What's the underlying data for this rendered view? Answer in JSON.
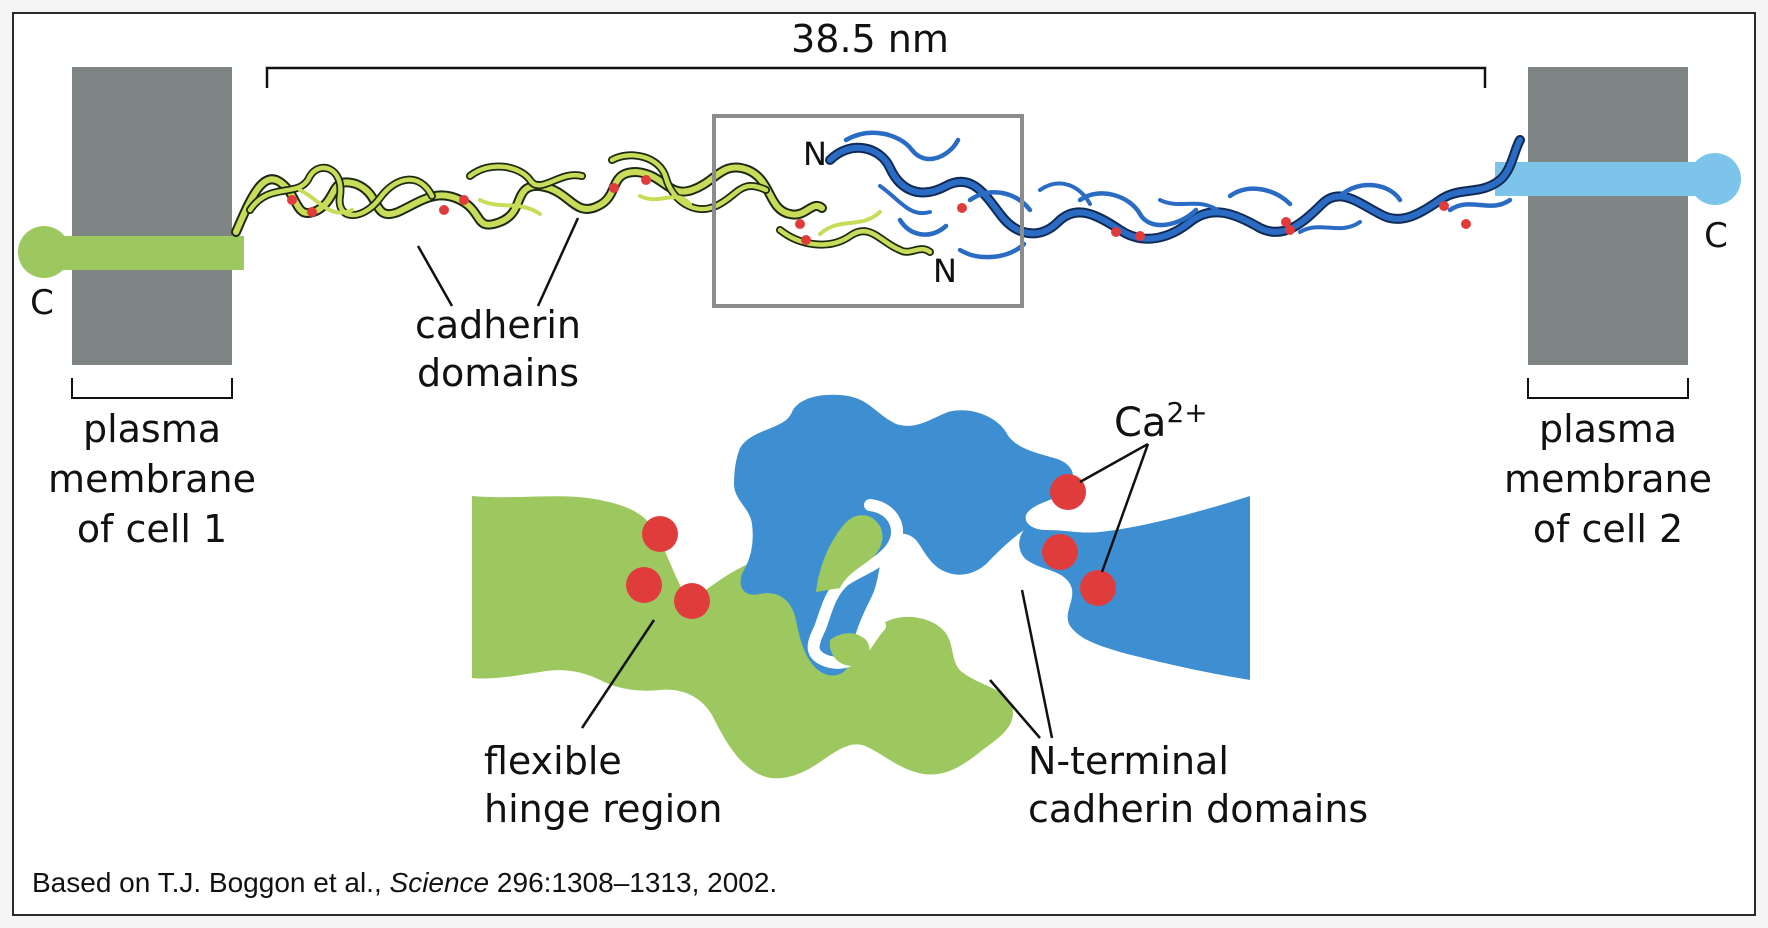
{
  "measurement": {
    "length": "38.5 nm"
  },
  "membranes": {
    "left": {
      "line1": "plasma",
      "line2": "membrane",
      "line3": "of cell 1"
    },
    "right": {
      "line1": "plasma",
      "line2": "membrane",
      "line3": "of cell 2"
    }
  },
  "terminals": {
    "c_left": "C",
    "c_right": "C",
    "n_upper": "N",
    "n_lower": "N"
  },
  "labels": {
    "cadherin_domains": {
      "line1": "cadherin",
      "line2": "domains"
    },
    "calcium": {
      "base": "Ca",
      "sup": "2+"
    },
    "hinge": {
      "line1": "flexible",
      "line2": "hinge region"
    },
    "n_terminal": {
      "line1": "N-terminal",
      "line2": "cadherin domains"
    }
  },
  "citation": {
    "prefix": "Based on T.J. Boggon et al., ",
    "journal": "Science",
    "suffix": " 296:1308–1313, 2002."
  },
  "colors": {
    "green_protein": "#9dc85f",
    "ribbon_green": "#c8dc5a",
    "blue_protein": "#3d8fd2",
    "ribbon_blue": "#2a6cc4",
    "light_blue": "#7cc4ea",
    "membrane": "#7f8585",
    "calcium": "#e13c3c"
  }
}
